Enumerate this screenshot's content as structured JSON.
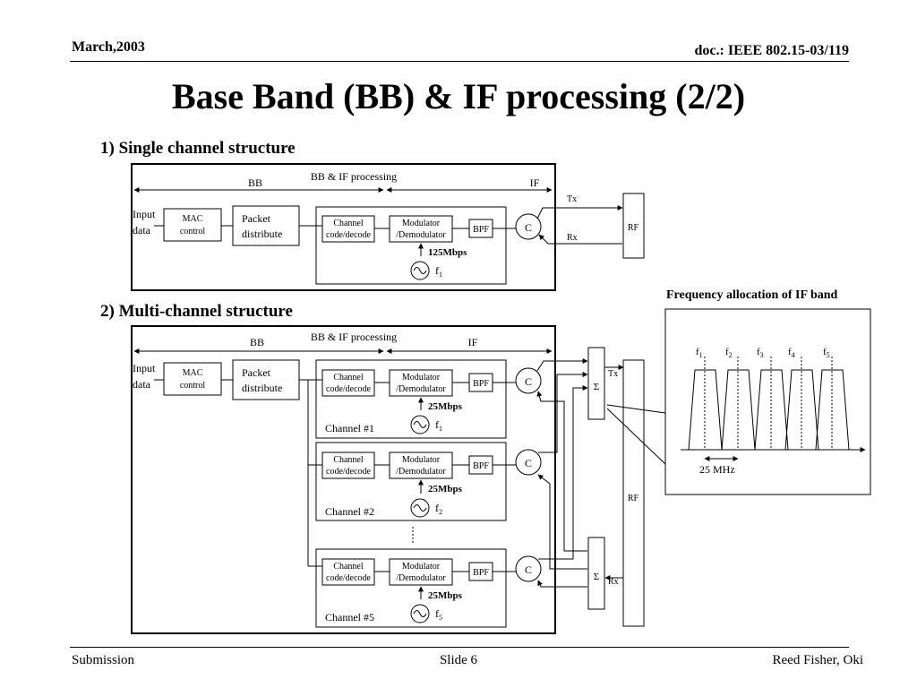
{
  "header": {
    "date": "March,2003",
    "doc": "doc.: IEEE 802.15-03/119"
  },
  "title": "Base Band (BB) & IF processing (2/2)",
  "sections": {
    "single": "1) Single channel structure",
    "multi": "2) Multi-channel structure"
  },
  "labels": {
    "bb_if": "BB & IF processing",
    "bb": "BB",
    "if": "IF",
    "input": "Input",
    "data": "data",
    "mac1": "MAC",
    "mac2": "control",
    "packet1": "Packet",
    "packet2": "distribute",
    "chan1": "Channel",
    "chan2": "code/decode",
    "mod1": "Modulator",
    "mod2": "/Demodulator",
    "bpf": "BPF",
    "circ": "C",
    "tx": "Tx",
    "rx": "Rx",
    "rf": "RF",
    "sigma": "Σ",
    "f": "f",
    "rate_single": "125Mbps",
    "rate_multi": "25Mbps"
  },
  "channels": [
    {
      "name": "Channel #1",
      "sub": "1"
    },
    {
      "name": "Channel #2",
      "sub": "2"
    },
    {
      "name": "Channel #5",
      "sub": "5"
    }
  ],
  "single_sub": "1",
  "freq": {
    "title": "Frequency allocation of IF band",
    "bands": [
      "1",
      "2",
      "3",
      "4",
      "5"
    ],
    "spacing": "25 MHz"
  },
  "footer": {
    "left": "Submission",
    "center": "Slide 6",
    "right": "Reed Fisher,  Oki"
  }
}
